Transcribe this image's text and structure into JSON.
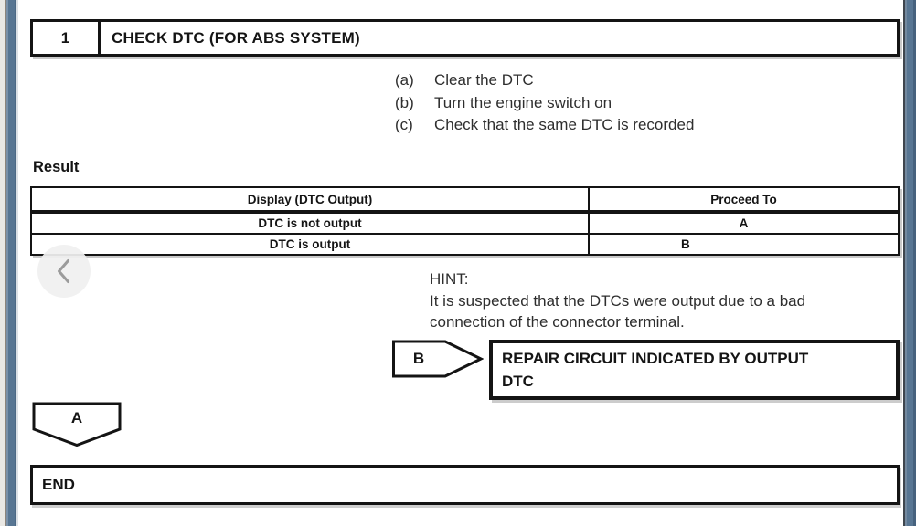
{
  "colors": {
    "accent_blue": "#587693",
    "border_black": "#141414",
    "back_button_bg": "#f1f1f1",
    "chevron_gray": "#9b9b9b"
  },
  "step_header": {
    "number": "1",
    "title": "CHECK DTC (FOR ABS SYSTEM)"
  },
  "procedure_steps": [
    {
      "label": "(a)",
      "text": "Clear the DTC"
    },
    {
      "label": "(b)",
      "text": "Turn the engine switch on"
    },
    {
      "label": "(c)",
      "text": "Check that the same DTC is recorded"
    }
  ],
  "result": {
    "heading": "Result",
    "table": {
      "headers": {
        "display": "Display (DTC Output)",
        "proceed": "Proceed To"
      },
      "rows": [
        {
          "display": "DTC is not output",
          "proceed": "A"
        },
        {
          "display": "DTC is output",
          "proceed": "B"
        }
      ]
    }
  },
  "hint": {
    "title": "HINT:",
    "lines": [
      "It is suspected that the DTCs were output due to a bad",
      "connection of the connector terminal."
    ]
  },
  "flowchart": {
    "b_connector_label": "B",
    "repair_box_lines": [
      "REPAIR CIRCUIT INDICATED BY OUTPUT",
      "DTC"
    ],
    "a_connector_label": "A",
    "end_label": "END"
  },
  "nav": {
    "back_icon": "chevron-left"
  }
}
